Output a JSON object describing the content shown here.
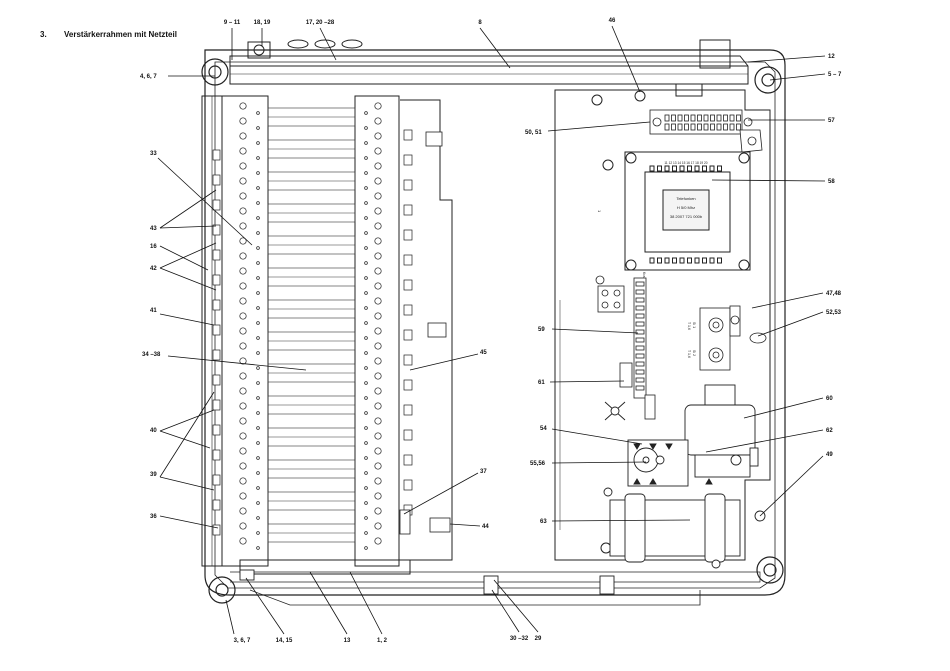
{
  "heading": {
    "number": "3.",
    "title": "Verstärkerrahmen mit Netzteil"
  },
  "transformer_plate": {
    "line1": "Telefunken",
    "line2": "H 5/0 Mhz",
    "line3": "38 2007 721 000b"
  },
  "board_marks": {
    "ruler_num": "11 12 13 14 15 16 17 18 19 20",
    "s1": "Si 1",
    "t1": "T 1,6",
    "s2": "Si 2",
    "t2": "T 1,6",
    "ampk": "Kra",
    "n1": "1"
  },
  "callouts": [
    {
      "id": "c1",
      "text": "9 – 11"
    },
    {
      "id": "c2",
      "text": "18, 19"
    },
    {
      "id": "c3",
      "text": "17, 20 –28"
    },
    {
      "id": "c4",
      "text": "8"
    },
    {
      "id": "c5",
      "text": "46"
    },
    {
      "id": "c6",
      "text": "12"
    },
    {
      "id": "c7",
      "text": "5 – 7"
    },
    {
      "id": "c8",
      "text": "4, 6, 7"
    },
    {
      "id": "c9",
      "text": "50, 51"
    },
    {
      "id": "c10",
      "text": "57"
    },
    {
      "id": "c11",
      "text": "33"
    },
    {
      "id": "c12",
      "text": "58"
    },
    {
      "id": "c13",
      "text": "43"
    },
    {
      "id": "c14",
      "text": "16"
    },
    {
      "id": "c15",
      "text": "42"
    },
    {
      "id": "c16",
      "text": "47,48"
    },
    {
      "id": "c17",
      "text": "41"
    },
    {
      "id": "c18",
      "text": "52,53"
    },
    {
      "id": "c19",
      "text": "59"
    },
    {
      "id": "c20",
      "text": "34 –38"
    },
    {
      "id": "c21",
      "text": "45"
    },
    {
      "id": "c22",
      "text": "61"
    },
    {
      "id": "c23",
      "text": "60"
    },
    {
      "id": "c24",
      "text": "40"
    },
    {
      "id": "c25",
      "text": "54"
    },
    {
      "id": "c26",
      "text": "62"
    },
    {
      "id": "c27",
      "text": "55,56"
    },
    {
      "id": "c28",
      "text": "49"
    },
    {
      "id": "c29",
      "text": "39"
    },
    {
      "id": "c30",
      "text": "37"
    },
    {
      "id": "c31",
      "text": "36"
    },
    {
      "id": "c32",
      "text": "44"
    },
    {
      "id": "c33",
      "text": "63"
    },
    {
      "id": "c34",
      "text": "3, 6, 7"
    },
    {
      "id": "c35",
      "text": "14, 15"
    },
    {
      "id": "c36",
      "text": "13"
    },
    {
      "id": "c37",
      "text": "1, 2"
    },
    {
      "id": "c38",
      "text": "30 –32"
    },
    {
      "id": "c39",
      "text": "29"
    }
  ]
}
